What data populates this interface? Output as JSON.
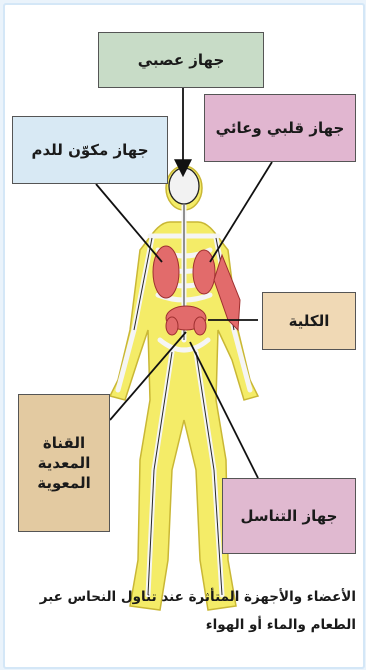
{
  "labels": {
    "nervous": "جهاز عصبي",
    "cardiovascular": "جهاز قلبي وعائي",
    "blood": "جهاز مكوّن للدم",
    "kidney": "الكلية",
    "digestive": "القناة المعدية المعوية",
    "reproductive": "جهاز التناسل"
  },
  "caption": "الأعضاء والأجهزة المتأثرة عند تناول النحاس عبر الطعام والماء أو الهواء",
  "colors": {
    "nervous": "#c8dcc7",
    "cardiovascular": "#e1b6d0",
    "blood": "#d8e9f4",
    "kidney": "#f0d9b5",
    "digestive": "#e3caa1",
    "reproductive": "#e0b9d0",
    "body_fill": "#f4ec68",
    "organs": "#e26b6b"
  }
}
